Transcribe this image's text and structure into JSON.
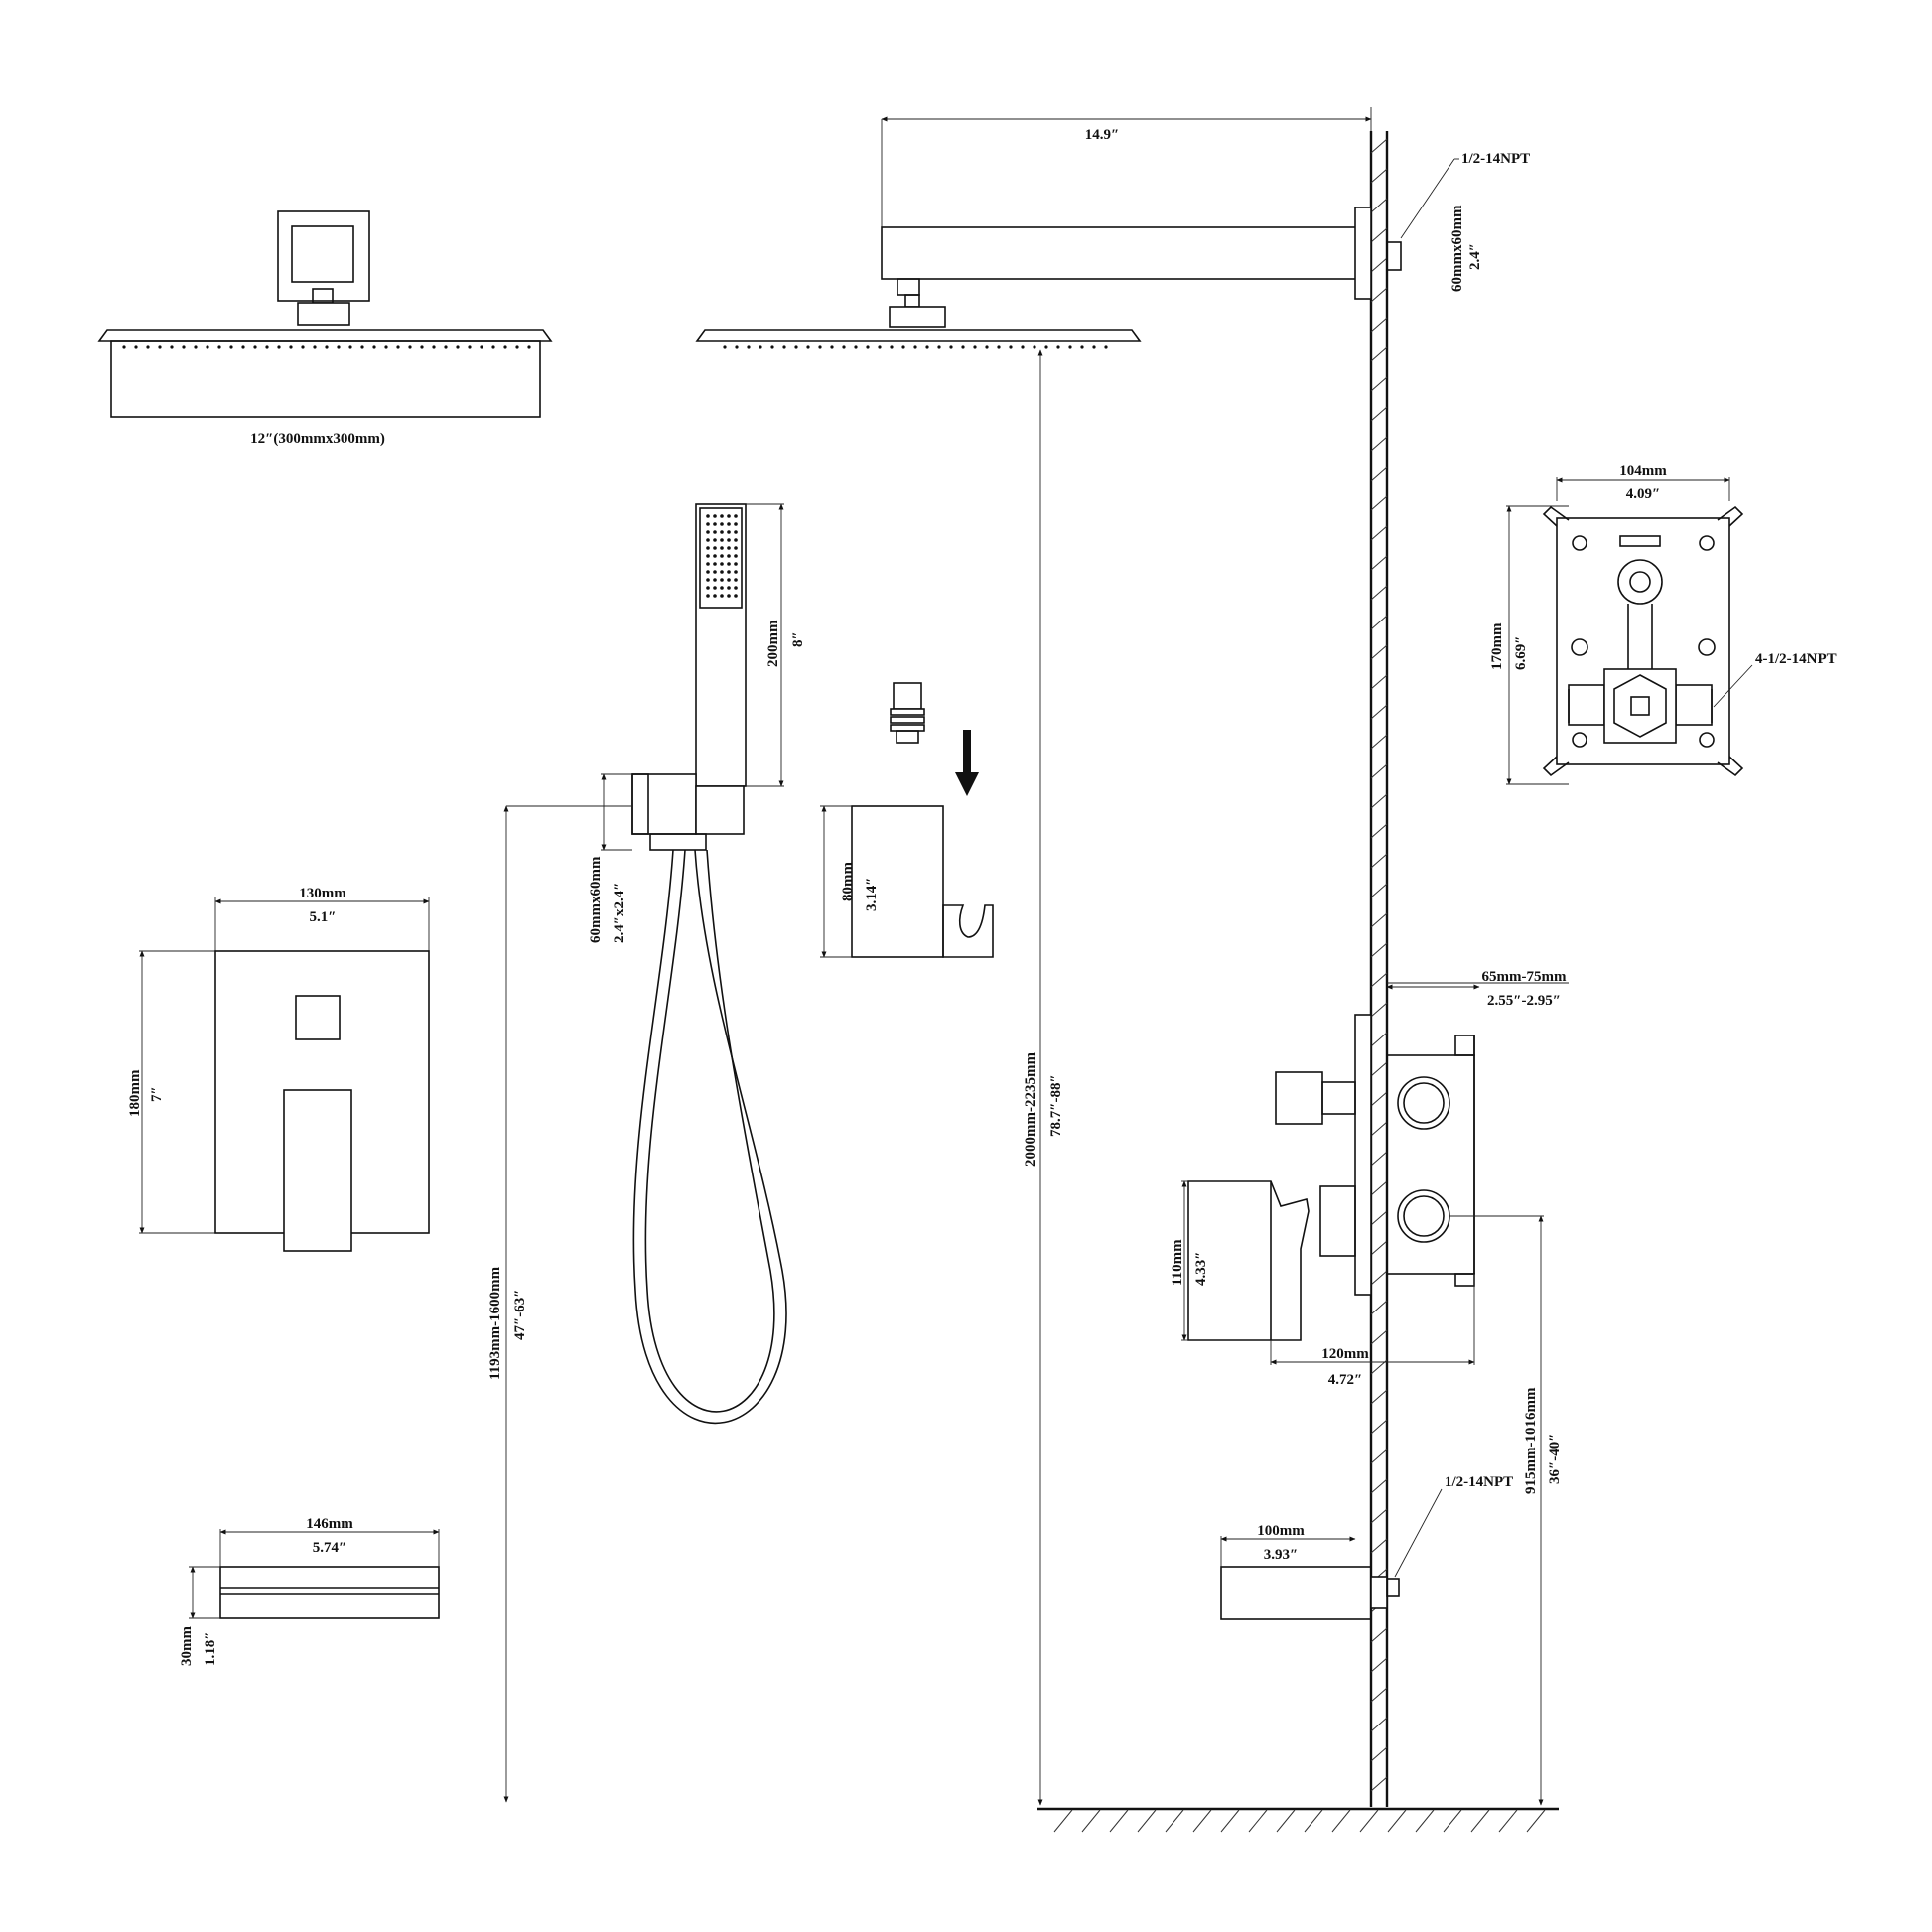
{
  "labels": {
    "arm_length": "14.9″",
    "arm_thread": "1/2-14NPT",
    "flange_mm": "60mmx60mm",
    "flange_in": "2.4″",
    "head_size": "12″(300mmx300mm)",
    "valve_width_mm": "104mm",
    "valve_width_in": "4.09″",
    "valve_height_mm": "170mm",
    "valve_height_in": "6.69″",
    "valve_thread": "4-1/2-14NPT",
    "handheld_len_mm": "200mm",
    "handheld_len_in": "8″",
    "elbow_mm": "60mmx60mm",
    "elbow_in": "2.4″x2.4″",
    "holder_mm": "80mm",
    "holder_in": "3.14″",
    "trim_width_mm": "130mm",
    "trim_width_in": "5.1″",
    "trim_height_mm": "180mm",
    "trim_height_in": "7″",
    "head_height_mm": "2000mm-2235mm",
    "head_height_in": "78.7″-88″",
    "elbow_height_mm": "1193mm-1600mm",
    "elbow_height_in": "47″-63″",
    "depth_mm": "65mm-75mm",
    "depth_in": "2.55″-2.95″",
    "handle_h_mm": "110mm",
    "handle_h_in": "4.33″",
    "handle_w_mm": "120mm",
    "handle_w_in": "4.72″",
    "valve_height_range_mm": "915mm-1016mm",
    "valve_height_range_in": "36″-40″",
    "spout_thread": "1/2-14NPT",
    "spout_len_mm": "100mm",
    "spout_len_in": "3.93″",
    "tub_w_mm": "146mm",
    "tub_w_in": "5.74″",
    "tub_h_mm": "30mm",
    "tub_h_in": "1.18″"
  }
}
